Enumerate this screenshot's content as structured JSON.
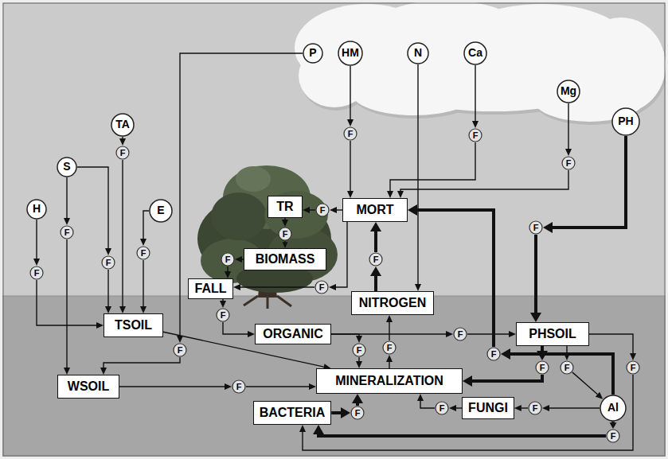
{
  "diagram": {
    "nodes": [
      {
        "text": [
          "P"
        ]
      },
      {
        "text": [
          "HM"
        ]
      },
      {
        "text": [
          "N"
        ]
      },
      {
        "text": [
          "Ca"
        ]
      },
      {
        "text": [
          "Mg"
        ]
      },
      {
        "text": [
          "TA"
        ]
      },
      {
        "text": [
          "PH"
        ]
      },
      {
        "text": [
          "F"
        ]
      },
      {
        "text": [
          "F"
        ]
      },
      {
        "text": [
          "F"
        ]
      },
      {
        "text": [
          "F"
        ]
      },
      {
        "text": [
          "S"
        ]
      },
      {
        "text": [
          "TR"
        ]
      },
      {
        "text": [
          "H"
        ]
      },
      {
        "text": [
          "E"
        ]
      },
      {
        "text": [
          "F"
        ]
      },
      {
        "text": [
          "MORT"
        ]
      },
      {
        "text": [
          "F"
        ]
      },
      {
        "text": [
          "F"
        ]
      },
      {
        "text": [
          "F"
        ]
      },
      {
        "text": [
          "F"
        ]
      },
      {
        "text": [
          "F"
        ]
      },
      {
        "text": [
          "BIOMASS"
        ]
      },
      {
        "text": [
          "F"
        ]
      },
      {
        "text": [
          "F"
        ]
      },
      {
        "text": [
          "F"
        ]
      },
      {
        "text": [
          "FALL"
        ]
      },
      {
        "text": [
          "F"
        ]
      },
      {
        "text": [
          "NITROGEN"
        ]
      },
      {
        "text": [
          "F"
        ]
      },
      {
        "text": [
          "TSOIL"
        ]
      },
      {
        "text": [
          "ORGANIC"
        ]
      },
      {
        "text": [
          "PHSOIL"
        ]
      },
      {
        "text": [
          "F"
        ]
      },
      {
        "text": [
          "F"
        ]
      },
      {
        "text": [
          "F"
        ]
      },
      {
        "text": [
          "F"
        ]
      },
      {
        "text": [
          "F"
        ]
      },
      {
        "text": [
          "F"
        ]
      },
      {
        "text": [
          "F"
        ]
      },
      {
        "text": [
          "F"
        ]
      },
      {
        "text": [
          "MINERALIZATION"
        ]
      },
      {
        "text": [
          "WSOIL"
        ]
      },
      {
        "text": [
          "F"
        ]
      },
      {
        "text": [
          "BACTERIA"
        ]
      },
      {
        "text": [
          "FUNGI"
        ]
      },
      {
        "text": [
          "Al"
        ]
      },
      {
        "text": [
          "F"
        ]
      },
      {
        "text": [
          "F"
        ]
      },
      {
        "text": [
          "F"
        ]
      },
      {
        "text": [
          "F"
        ]
      }
    ],
    "edges": [
      {
        "from": 1,
        "to": 7,
        "arrow": "to"
      },
      {
        "from": 7,
        "to": 16,
        "arrow": "to"
      },
      {
        "from": 3,
        "to": 8,
        "arrow": "to"
      },
      {
        "from": 8,
        "to": 16,
        "arrow": "to"
      },
      {
        "from": 4,
        "to": 10,
        "arrow": "to"
      },
      {
        "from": 10,
        "to": 16,
        "arrow": "to"
      },
      {
        "from": 2,
        "to": 28,
        "arrow": "to"
      },
      {
        "from": 5,
        "to": 9,
        "arrow": "to"
      },
      {
        "from": 9,
        "to": 30,
        "arrow": "to"
      },
      {
        "from": 11,
        "to": 20,
        "arrow": "to"
      },
      {
        "from": 20,
        "to": 30,
        "arrow": "to"
      },
      {
        "from": 11,
        "to": 19,
        "arrow": "to"
      },
      {
        "from": 19,
        "to": 42,
        "arrow": "to"
      },
      {
        "from": 13,
        "to": 25,
        "arrow": "to"
      },
      {
        "from": 25,
        "to": 30,
        "arrow": "to"
      },
      {
        "from": 14,
        "to": 21,
        "arrow": "to"
      },
      {
        "from": 21,
        "to": 30,
        "arrow": "to"
      },
      {
        "from": 0,
        "to": 34,
        "arrow": "to"
      },
      {
        "from": 34,
        "to": 42,
        "arrow": "to"
      },
      {
        "from": 16,
        "to": 15,
        "arrow": "to"
      },
      {
        "from": 15,
        "to": 12,
        "arrow": "to"
      },
      {
        "from": 12,
        "to": 18,
        "arrow": "to"
      },
      {
        "from": 18,
        "to": 22,
        "arrow": "to"
      },
      {
        "from": 22,
        "to": 23,
        "arrow": "to"
      },
      {
        "from": 23,
        "to": 26,
        "arrow": "to"
      },
      {
        "from": 16,
        "to": 27,
        "arrow": "to"
      },
      {
        "from": 27,
        "to": 26,
        "arrow": "to"
      },
      {
        "from": 26,
        "to": 29,
        "arrow": "to"
      },
      {
        "from": 29,
        "to": 31,
        "arrow": "to"
      },
      {
        "from": 28,
        "to": 24,
        "arrow": "to"
      },
      {
        "from": 24,
        "to": 16,
        "arrow": "to"
      },
      {
        "from": 6,
        "to": 17,
        "arrow": "to"
      },
      {
        "from": 17,
        "to": 32,
        "arrow": "to"
      },
      {
        "from": 31,
        "to": 35,
        "arrow": "to"
      },
      {
        "from": 35,
        "to": 41,
        "arrow": "to"
      },
      {
        "from": 31,
        "to": 33,
        "arrow": "to"
      },
      {
        "from": 33,
        "to": 32,
        "arrow": "to"
      },
      {
        "from": 41,
        "to": 36,
        "arrow": "to"
      },
      {
        "from": 36,
        "to": 28,
        "arrow": "to"
      },
      {
        "from": 30,
        "to": 41,
        "arrow": "to"
      },
      {
        "from": 42,
        "to": 43,
        "arrow": "to"
      },
      {
        "from": 43,
        "to": 41,
        "arrow": "to"
      },
      {
        "from": 44,
        "to": 49,
        "arrow": "to"
      },
      {
        "from": 49,
        "to": 41,
        "arrow": "to"
      },
      {
        "from": 45,
        "to": 47,
        "arrow": "to"
      },
      {
        "from": 47,
        "to": 41,
        "arrow": "to"
      },
      {
        "from": 46,
        "to": 48,
        "arrow": "to"
      },
      {
        "from": 48,
        "to": 45,
        "arrow": "to"
      },
      {
        "from": 46,
        "to": 37,
        "arrow": "to"
      },
      {
        "from": 37,
        "to": 16,
        "arrow": "to"
      },
      {
        "from": 32,
        "to": 38,
        "arrow": "to"
      },
      {
        "from": 38,
        "to": 41,
        "arrow": "to"
      },
      {
        "from": 32,
        "to": 39,
        "arrow": "to"
      },
      {
        "from": 39,
        "to": 46,
        "arrow": "to"
      },
      {
        "from": 32,
        "to": 40,
        "arrow": "to"
      },
      {
        "from": 40,
        "to": 44,
        "arrow": "to"
      },
      {
        "from": 46,
        "to": 50,
        "arrow": "to"
      },
      {
        "from": 50,
        "to": 44,
        "arrow": "to"
      }
    ]
  }
}
